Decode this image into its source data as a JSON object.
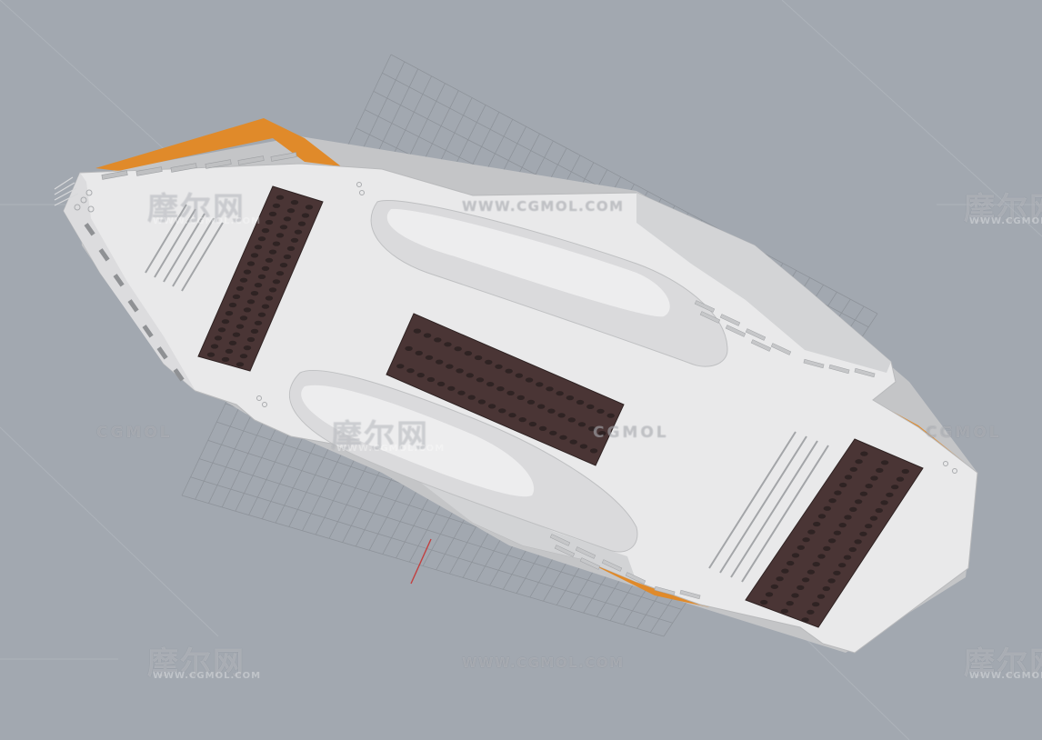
{
  "viewport": {
    "background": "#a2a8b0",
    "model_colors": {
      "hull": "#e9e9ea",
      "hull_shadow": "#c7c8ca",
      "trim": "#e08a2a",
      "seat_block": "#4a3535",
      "grid_line": "#8b9097"
    }
  },
  "watermarks": {
    "logo_text": "摩尔网",
    "logo_sub": "WWW.CGMOL.COM",
    "url": "WWW.CGMOL.COM",
    "brand": "CGMOL"
  }
}
